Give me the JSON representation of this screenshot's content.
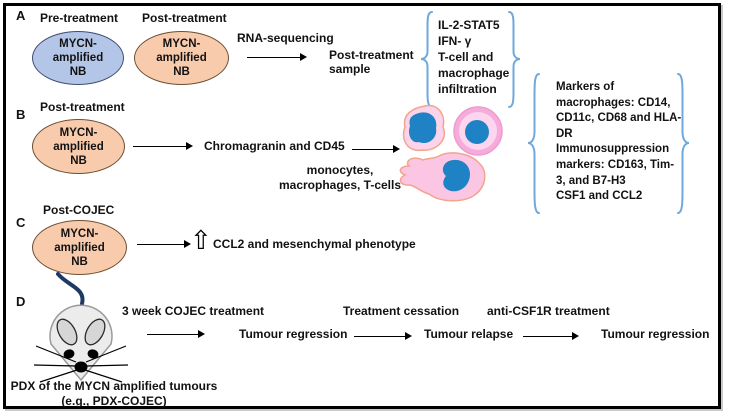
{
  "figure": {
    "ellipse_lines": [
      "MYCN-",
      "amplified",
      "NB"
    ],
    "colors": {
      "pre_treatment_ellipse_fill": "#b4c6e7",
      "post_treatment_ellipse_fill": "#f8cbad",
      "brace_blue": "#6fa8dc",
      "cell_pink": "#f9c4e3",
      "cell_nucleus_blue": "#1f82c4",
      "mouse_tail_navy": "#1f3864",
      "mouse_gray": "#ececec"
    },
    "icons": {
      "up_arrow_icon": "⇧",
      "arrow_right_icon": "→",
      "curly_brace_icon": "{"
    },
    "panelA": {
      "label": "A",
      "pre_treatment": "Pre-treatment",
      "post_treatment": "Post-treatment",
      "rna_seq": "RNA-sequencing",
      "sample_line1": "Post-treatment",
      "sample_line2": "sample",
      "brace_lines": [
        "IL-2-STAT5",
        "IFN- γ",
        "T-cell and",
        "macrophage",
        "infiltration"
      ]
    },
    "panelB": {
      "label": "B",
      "post_treatment": "Post-treatment",
      "stain": "Chromagranin and CD45",
      "cells_line1": "monocytes,",
      "cells_line2": "macrophages, T-cells",
      "brace_lines": [
        "Markers of",
        "macrophages: CD14,",
        "CD11c, CD68 and HLA-",
        "DR",
        "Immunosuppression",
        "markers: CD163, Tim-",
        "3, and B7-H3",
        "CSF1 and CCL2"
      ]
    },
    "panelC": {
      "label": "C",
      "post_cojec": "Post-COJEC",
      "up_arrow": "⇧",
      "finding": "CCL2 and mesenchymal phenotype"
    },
    "panelD": {
      "label": "D",
      "step1_title": "3 week COJEC treatment",
      "step1_result": "Tumour regression",
      "step2_title": "Treatment cessation",
      "step2_result": "Tumour relapse",
      "step3_title": "anti-CSF1R treatment",
      "step3_result": "Tumour regression",
      "mouse_caption_line1": "PDX of the MYCN amplified tumours",
      "mouse_caption_line2": "(e.g., PDX-COJEC)"
    }
  }
}
